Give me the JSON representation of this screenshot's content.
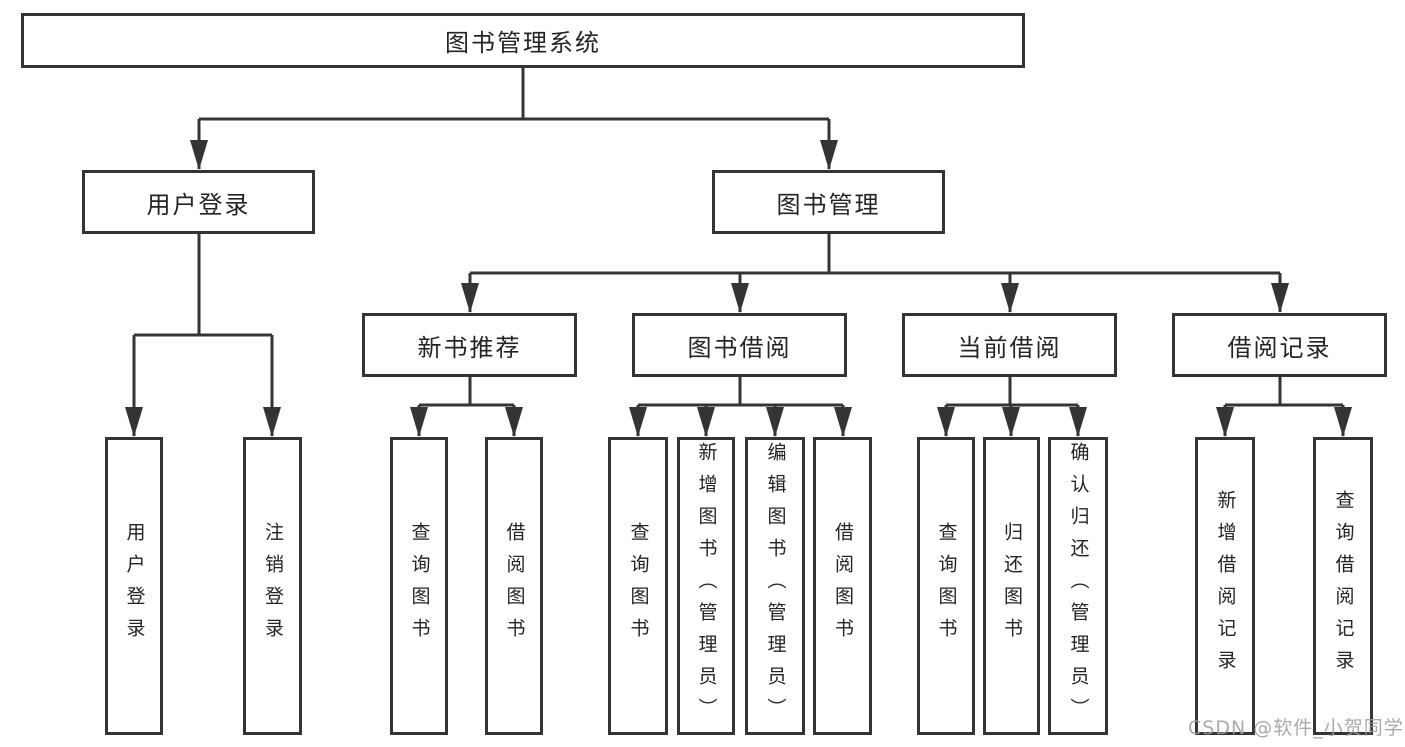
{
  "diagram": {
    "root": {
      "label": "图书管理系统"
    },
    "branches": [
      {
        "label": "用户登录",
        "children": [
          "用户登录",
          "注销登录"
        ]
      },
      {
        "label": "图书管理",
        "groups": [
          {
            "label": "新书推荐",
            "children": [
              "查询图书",
              "借阅图书"
            ]
          },
          {
            "label": "图书借阅",
            "children": [
              "查询图书",
              "新增图书（管理员）",
              "编辑图书（管理员）",
              "借阅图书"
            ]
          },
          {
            "label": "当前借阅",
            "children": [
              "查询图书",
              "归还图书",
              "确认归还（管理员）"
            ]
          },
          {
            "label": "借阅记录",
            "children": [
              "新增借阅记录",
              "查询借阅记录"
            ]
          }
        ]
      }
    ],
    "watermark": "CSDN @软件_小贺同学",
    "colors": {
      "line": "#343434",
      "box_background": "#ffffff",
      "text": "#222426",
      "watermark": "#9e9e9e"
    }
  }
}
